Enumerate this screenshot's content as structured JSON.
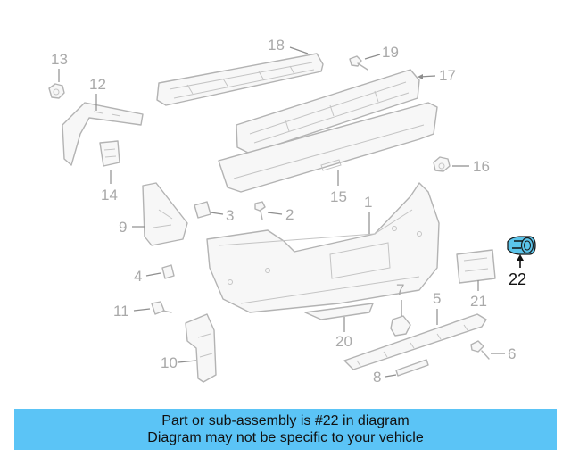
{
  "diagram": {
    "part_numbers": {
      "p1": "1",
      "p2": "2",
      "p3": "3",
      "p4": "4",
      "p5": "5",
      "p6": "6",
      "p7": "7",
      "p8": "8",
      "p9": "9",
      "p10": "10",
      "p11": "11",
      "p12": "12",
      "p13": "13",
      "p14": "14",
      "p15": "15",
      "p16": "16",
      "p17": "17",
      "p18": "18",
      "p19": "19",
      "p20": "20",
      "p21": "21",
      "p22": "22"
    },
    "highlighted_part": "22",
    "highlight_color": "#5bc4ea"
  },
  "banner": {
    "line1": "Part or sub-assembly is #22 in diagram",
    "line2": "Diagram may not be specific to your vehicle",
    "background_color": "#5bc4f6"
  }
}
